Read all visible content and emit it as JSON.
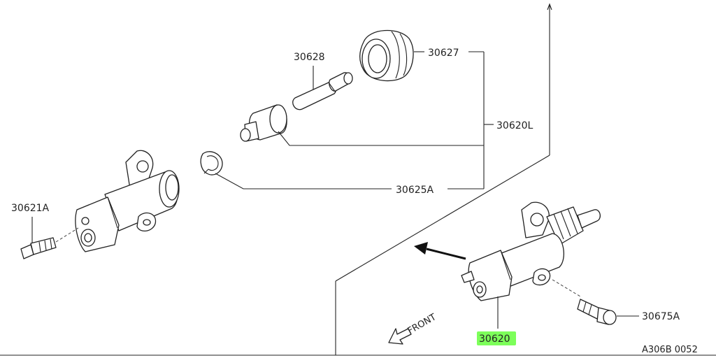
{
  "diagram": {
    "labels": {
      "p30628": "30628",
      "p30627": "30627",
      "p30620L": "30620L",
      "p30625A": "30625A",
      "p30621A": "30621A",
      "p30675A": "30675A",
      "p30620": "30620",
      "front": "FRONT",
      "ref": "A306B 0052"
    },
    "highlighted_part": "30620",
    "colors": {
      "line": "#222222",
      "highlight": "#7dff5a",
      "background": "#ffffff"
    },
    "icons": [
      "front-arrow-icon",
      "direction-arrow-icon"
    ]
  }
}
